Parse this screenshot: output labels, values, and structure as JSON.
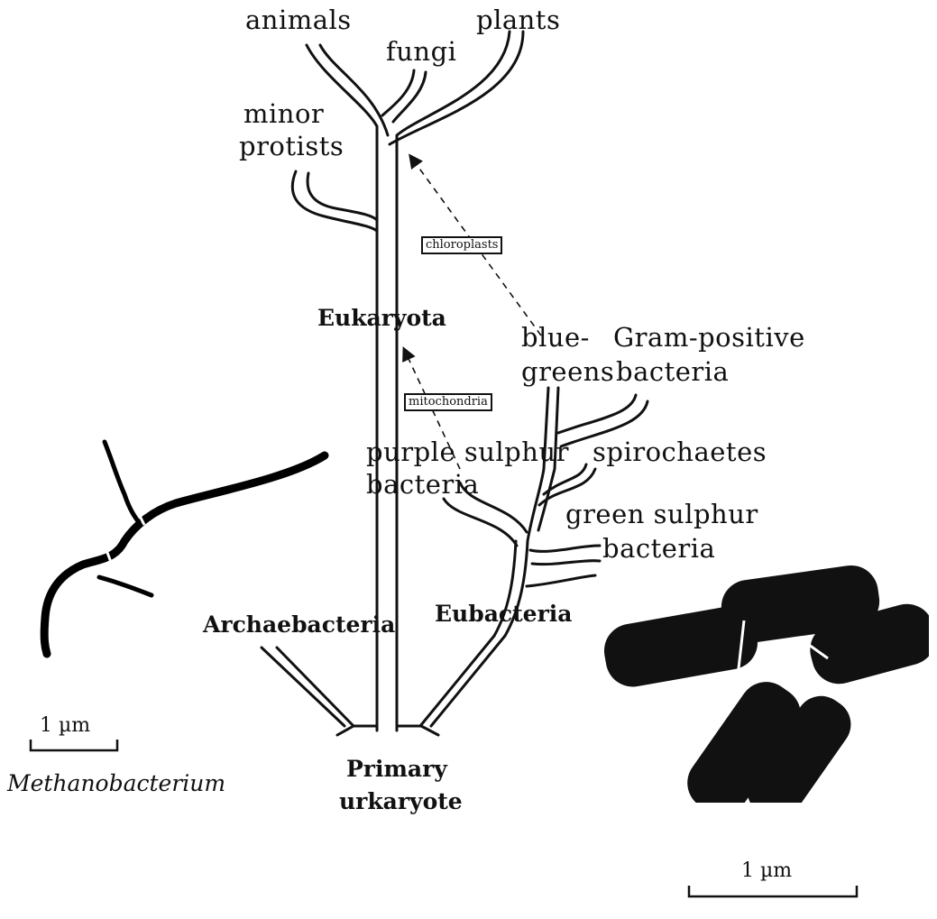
{
  "diagram": {
    "taxa": {
      "animals": "animals",
      "fungi": "fungi",
      "plants": "plants",
      "minor_protists_line1": "minor",
      "minor_protists_line2": "protists",
      "blue_greens_line1": "blue-",
      "blue_greens_line2": "greens",
      "gram_positive_line1": "Gram-positive",
      "gram_positive_line2": "bacteria",
      "purple_sulphur_line1": "purple sulphur",
      "purple_sulphur_line2": "bacteria",
      "spirochaetes": "spirochaetes",
      "green_sulphur_line1": "green sulphur",
      "green_sulphur_line2": "bacteria"
    },
    "domains": {
      "eukaryota": "Eukaryota",
      "archaebacteria": "Archaebacteria",
      "eubacteria": "Eubacteria",
      "primary_line1": "Primary",
      "primary_line2": "urkaryote"
    },
    "endosymbiosis": {
      "chloroplasts": "chloroplasts",
      "mitochondria": "mitochondria"
    }
  },
  "left_micrograph": {
    "scale_label": "1 µm",
    "caption": "Methanobacterium"
  },
  "right_micrograph": {
    "scale_label": "1 µm"
  }
}
